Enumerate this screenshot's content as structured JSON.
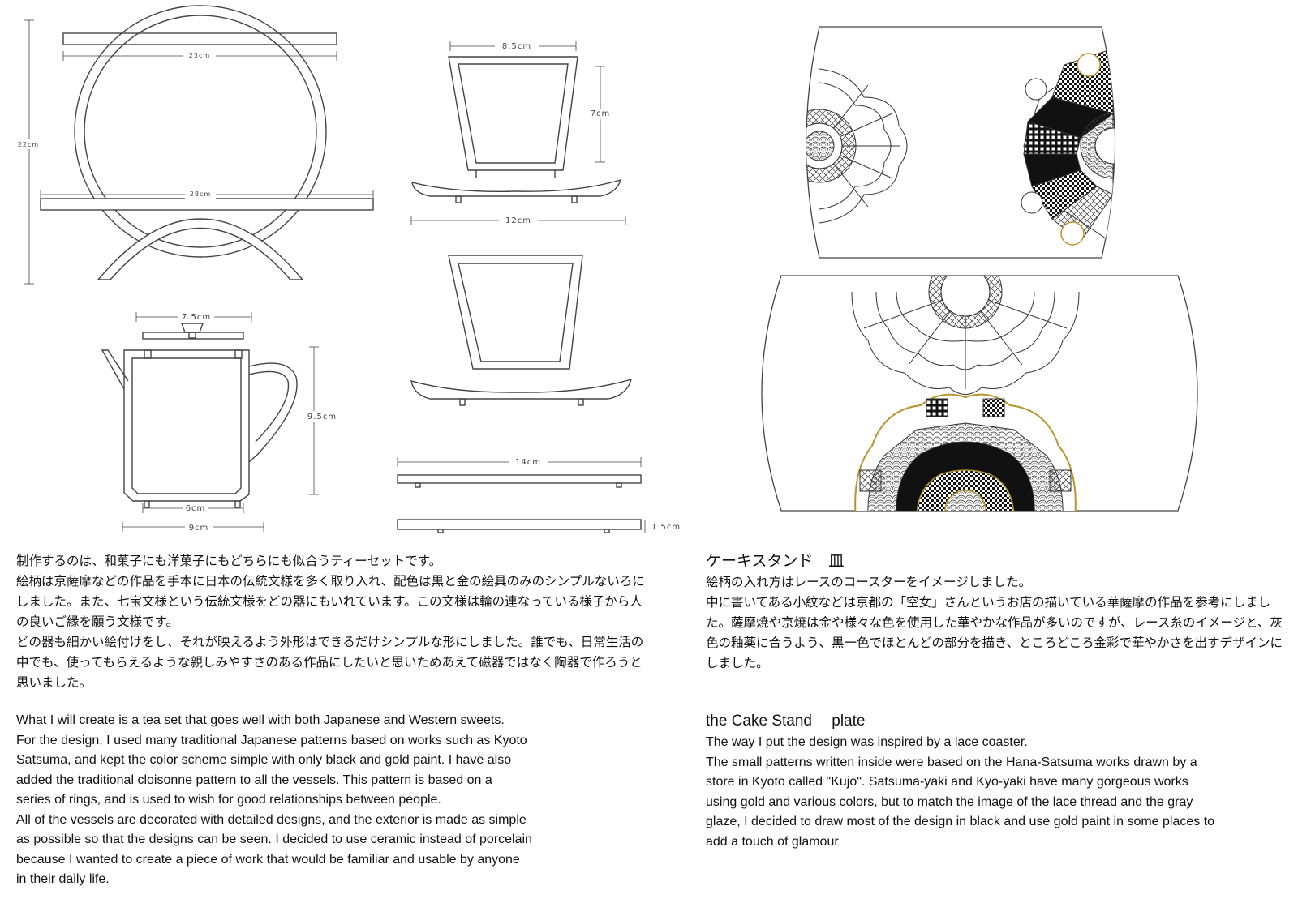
{
  "dimensions": {
    "ring_top_bar": "23cm",
    "ring_height": "22cm",
    "ring_bottom_bar": "28cm",
    "cup_top_width": "8.5cm",
    "cup_height": "7cm",
    "saucer_width": "12cm",
    "teapot_lid_width": "7.5cm",
    "teapot_height": "9.5cm",
    "teapot_base_width": "6cm",
    "teapot_bottom_width": "9cm",
    "tray_width": "14cm",
    "tray_height": "1.5cm"
  },
  "left_text": {
    "jp_paragraphs": [
      "制作するのは、和菓子にも洋菓子にもどちらにも似合うティーセットです。",
      "絵柄は京薩摩などの作品を手本に日本の伝統文様を多く取り入れ、配色は黒と金の絵具のみのシンプルないろにしました。また、七宝文様という伝統文様をどの器にもいれています。この文様は輪の連なっている様子から人の良いご縁を願う文様です。",
      "どの器も細かい絵付けをし、それが映えるよう外形はできるだけシンプルな形にしました。誰でも、日常生活の中でも、使ってもらえるような親しみやすさのある作品にしたいと思いためあえて磁器ではなく陶器で作ろうと思いました。"
    ],
    "en_lines": [
      "What I will create is a tea set that goes well with both Japanese and Western sweets.",
      "For the design, I used many traditional Japanese patterns based on works such as Kyoto",
      "Satsuma, and kept the color scheme simple with only black and gold paint. I have also",
      "added the traditional cloisonne pattern to all the vessels. This pattern is based on a",
      "series of rings, and is used to wish for good relationships between people.",
      "All of the vessels are decorated with detailed designs, and the exterior is made as simple",
      "as possible so that the designs can be seen. I decided to use ceramic instead of porcelain",
      "because I wanted to create a piece of work that would be familiar and usable by anyone",
      "in their daily life."
    ]
  },
  "right_text": {
    "jp_heading": "ケーキスタンド　皿",
    "jp_paragraphs": [
      "絵柄の入れ方はレースのコースターをイメージしました。",
      "中に書いてある小紋などは京都の「空女」さんというお店の描いている華薩摩の作品を参考にしました。薩摩焼や京焼は金や様々な色を使用した華やかな作品が多いのですが、レース糸のイメージと、灰色の釉薬に合うよう、黒一色でほとんどの部分を描き、ところどころ金彩で華やかさを出すデザインにしました。"
    ],
    "en_heading": "the Cake Stand　 plate",
    "en_lines": [
      "The way I put the design was inspired by a lace coaster.",
      "The small patterns written inside were based on the Hana-Satsuma works drawn by a",
      "store in Kyoto called \"Kujo\". Satsuma-yaki and Kyo-yaki have many gorgeous works",
      "using gold and various colors, but to match the image of the lace thread and the gray",
      "glaze, I decided to draw most of the design in black and use gold paint in some places to",
      "add a touch of glamour"
    ]
  },
  "colors": {
    "line": "#444444",
    "gold": "#b8952e",
    "black": "#111111"
  }
}
